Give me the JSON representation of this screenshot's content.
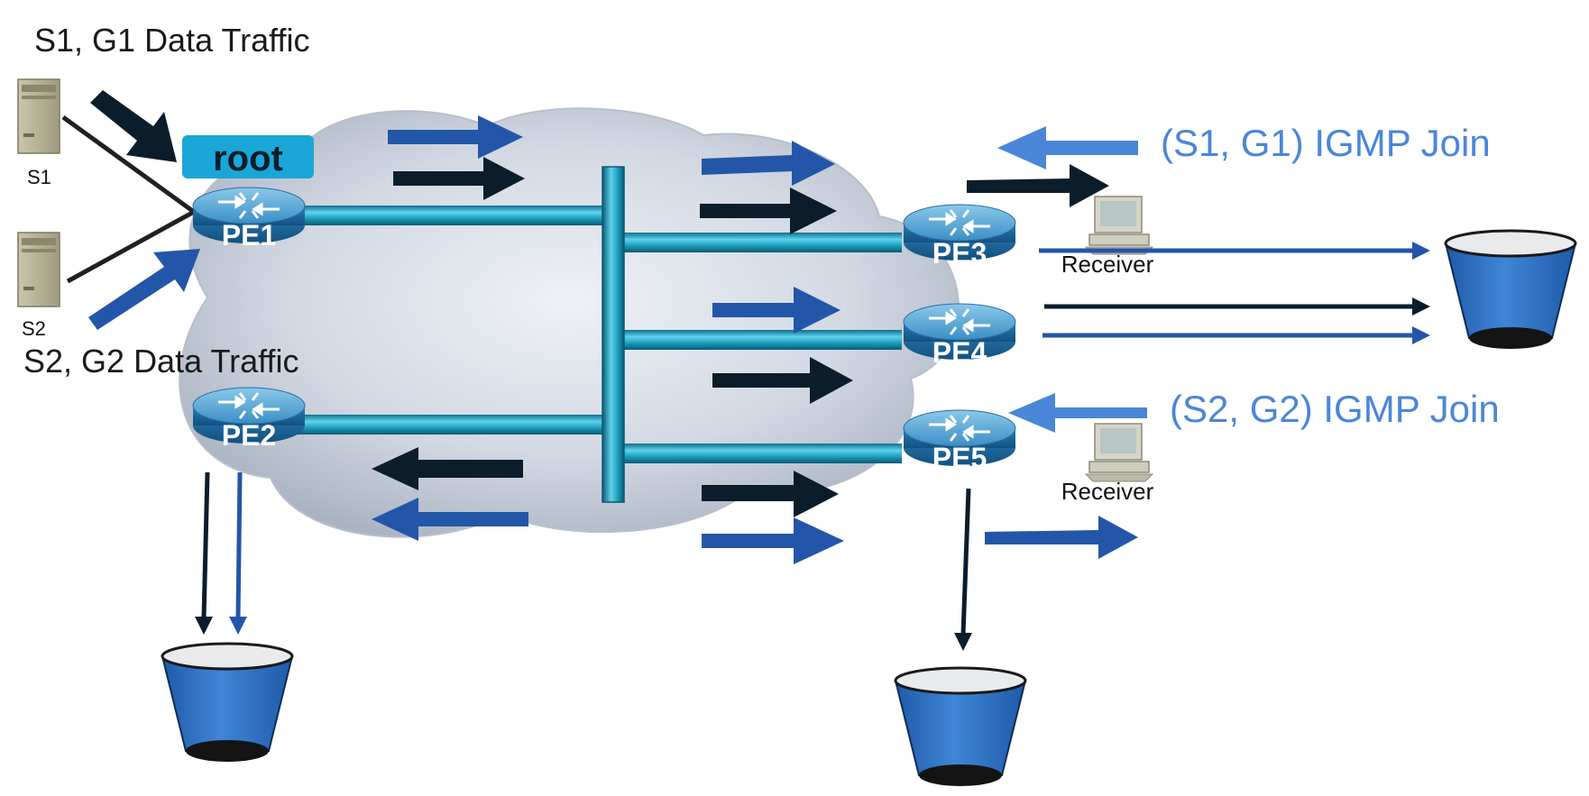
{
  "labels": {
    "s1_g1_traffic": "S1, G1 Data Traffic",
    "s2_g2_traffic": "S2, G2 Data Traffic",
    "root": "root",
    "s1_join": "(S1, G1) IGMP Join",
    "s2_join": "(S2, G2) IGMP Join"
  },
  "sources": [
    {
      "label": "S1"
    },
    {
      "label": "S2"
    }
  ],
  "routers": [
    {
      "label": "PE1"
    },
    {
      "label": "PE2"
    },
    {
      "label": "PE3"
    },
    {
      "label": "PE4"
    },
    {
      "label": "PE5"
    }
  ],
  "receivers": [
    {
      "label": "Receiver"
    },
    {
      "label": "Receiver"
    }
  ],
  "colors": {
    "flow_g1": "#0b1d2b",
    "flow_g2": "#2356a8",
    "join_text": "#4a86d8",
    "root_badge": "#1aa7d8",
    "link": "#1e9fbf",
    "router": "#2a8fc8",
    "bucket": "#2f6fc4"
  },
  "icons": [
    "server-icon",
    "router-icon",
    "desktop-computer-icon",
    "bucket-icon",
    "cloud-icon"
  ]
}
